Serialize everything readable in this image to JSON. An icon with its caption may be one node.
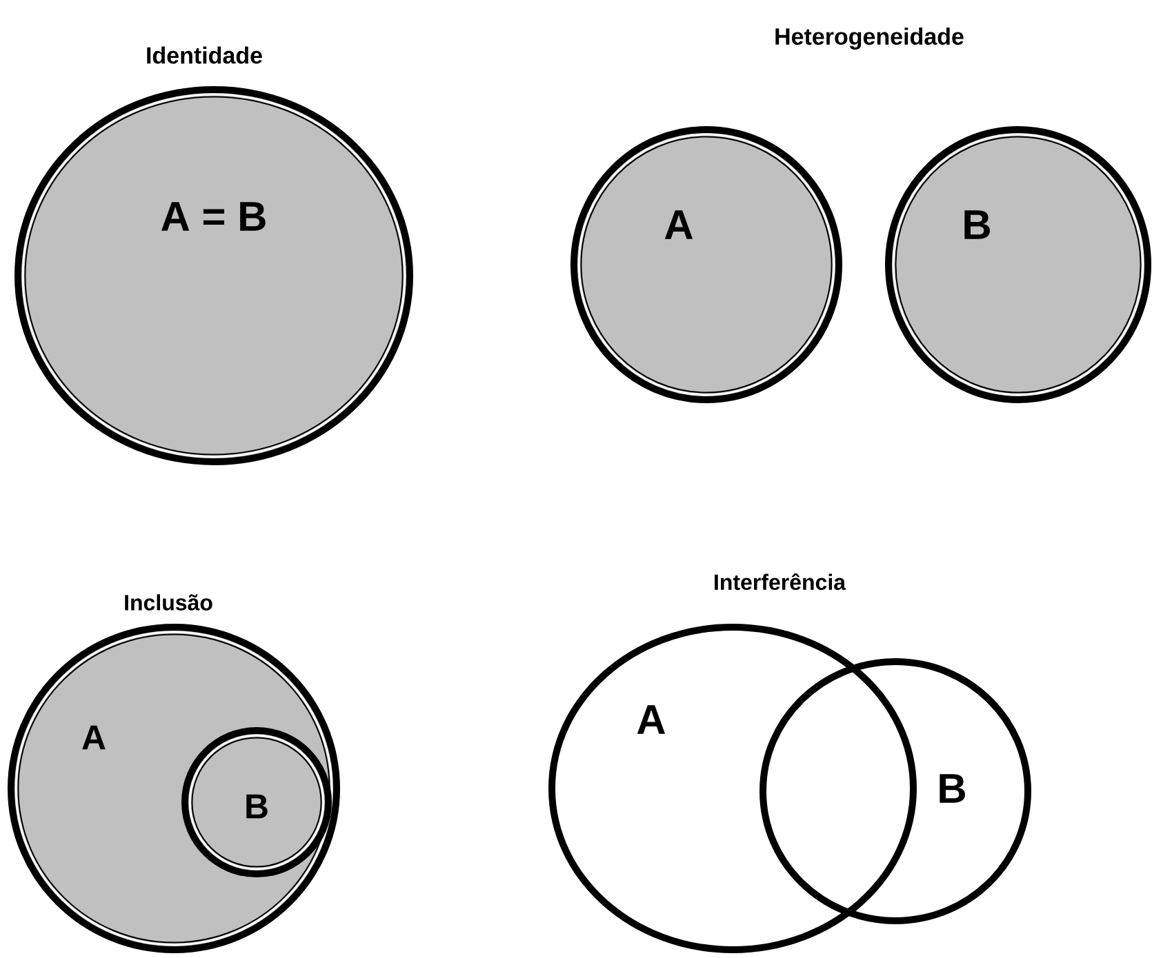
{
  "diagram": {
    "nodes": [
      {
        "text": [
          "A = B"
        ]
      },
      {
        "text": [
          "A"
        ]
      },
      {
        "text": [
          "B"
        ]
      },
      {
        "text": [
          "A"
        ]
      },
      {
        "text": [
          "B"
        ],
        "in": 3
      },
      {
        "text": [
          "A"
        ]
      },
      {
        "text": [
          "B"
        ]
      }
    ],
    "labels": [
      "Identidade",
      "Heterogeneidade",
      "Inclusão",
      "Interferência"
    ]
  }
}
